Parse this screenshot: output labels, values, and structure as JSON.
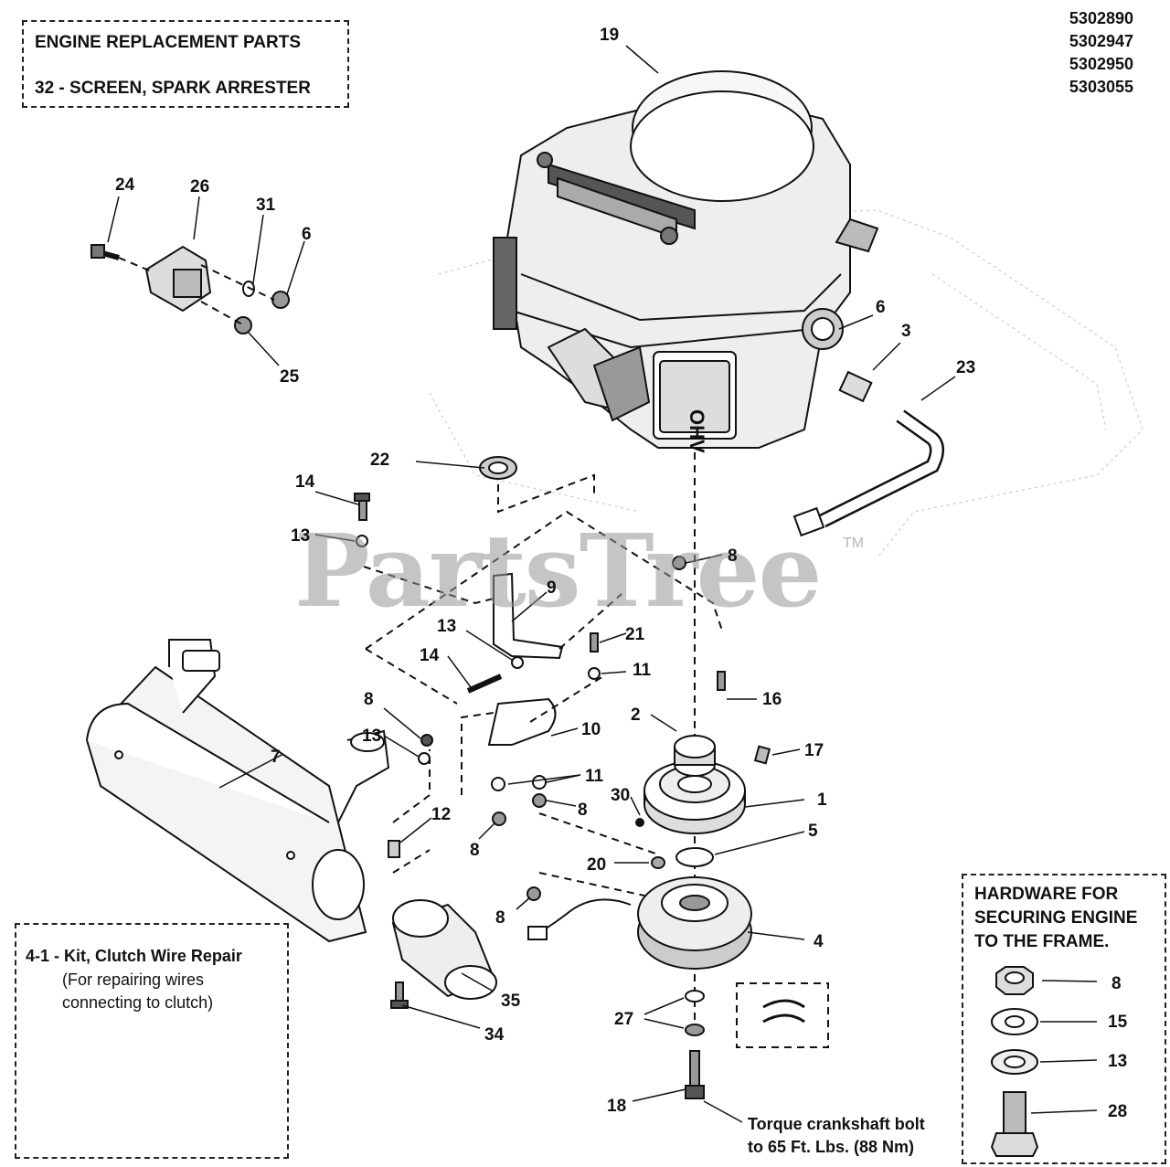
{
  "header_box": {
    "title": "ENGINE REPLACEMENT PARTS",
    "subtitle": "32 - SCREEN, SPARK ARRESTER"
  },
  "model_numbers": [
    "5302890",
    "5302947",
    "5302950",
    "5303055"
  ],
  "watermark": "PartsTree",
  "watermark_tm": "TM",
  "kit_box": {
    "title": "4-1 - Kit, Clutch Wire Repair",
    "line1": "(For repairing wires",
    "line2": "connecting to clutch)"
  },
  "hardware_box": {
    "line1": "HARDWARE FOR",
    "line2": "SECURING ENGINE",
    "line3": "TO THE FRAME.",
    "callouts": [
      "8",
      "15",
      "13",
      "28"
    ]
  },
  "torque_note": {
    "line1": "Torque crankshaft bolt",
    "line2": "to 65 Ft. Lbs. (88 Nm)"
  },
  "callouts": [
    "19",
    "24",
    "26",
    "31",
    "6",
    "25",
    "6",
    "3",
    "23",
    "22",
    "14",
    "13",
    "8",
    "9",
    "13",
    "21",
    "14",
    "11",
    "16",
    "8",
    "13",
    "7",
    "2",
    "10",
    "17",
    "11",
    "1",
    "30",
    "8",
    "12",
    "8",
    "5",
    "20",
    "8",
    "4",
    "27",
    "35",
    "34",
    "18"
  ]
}
